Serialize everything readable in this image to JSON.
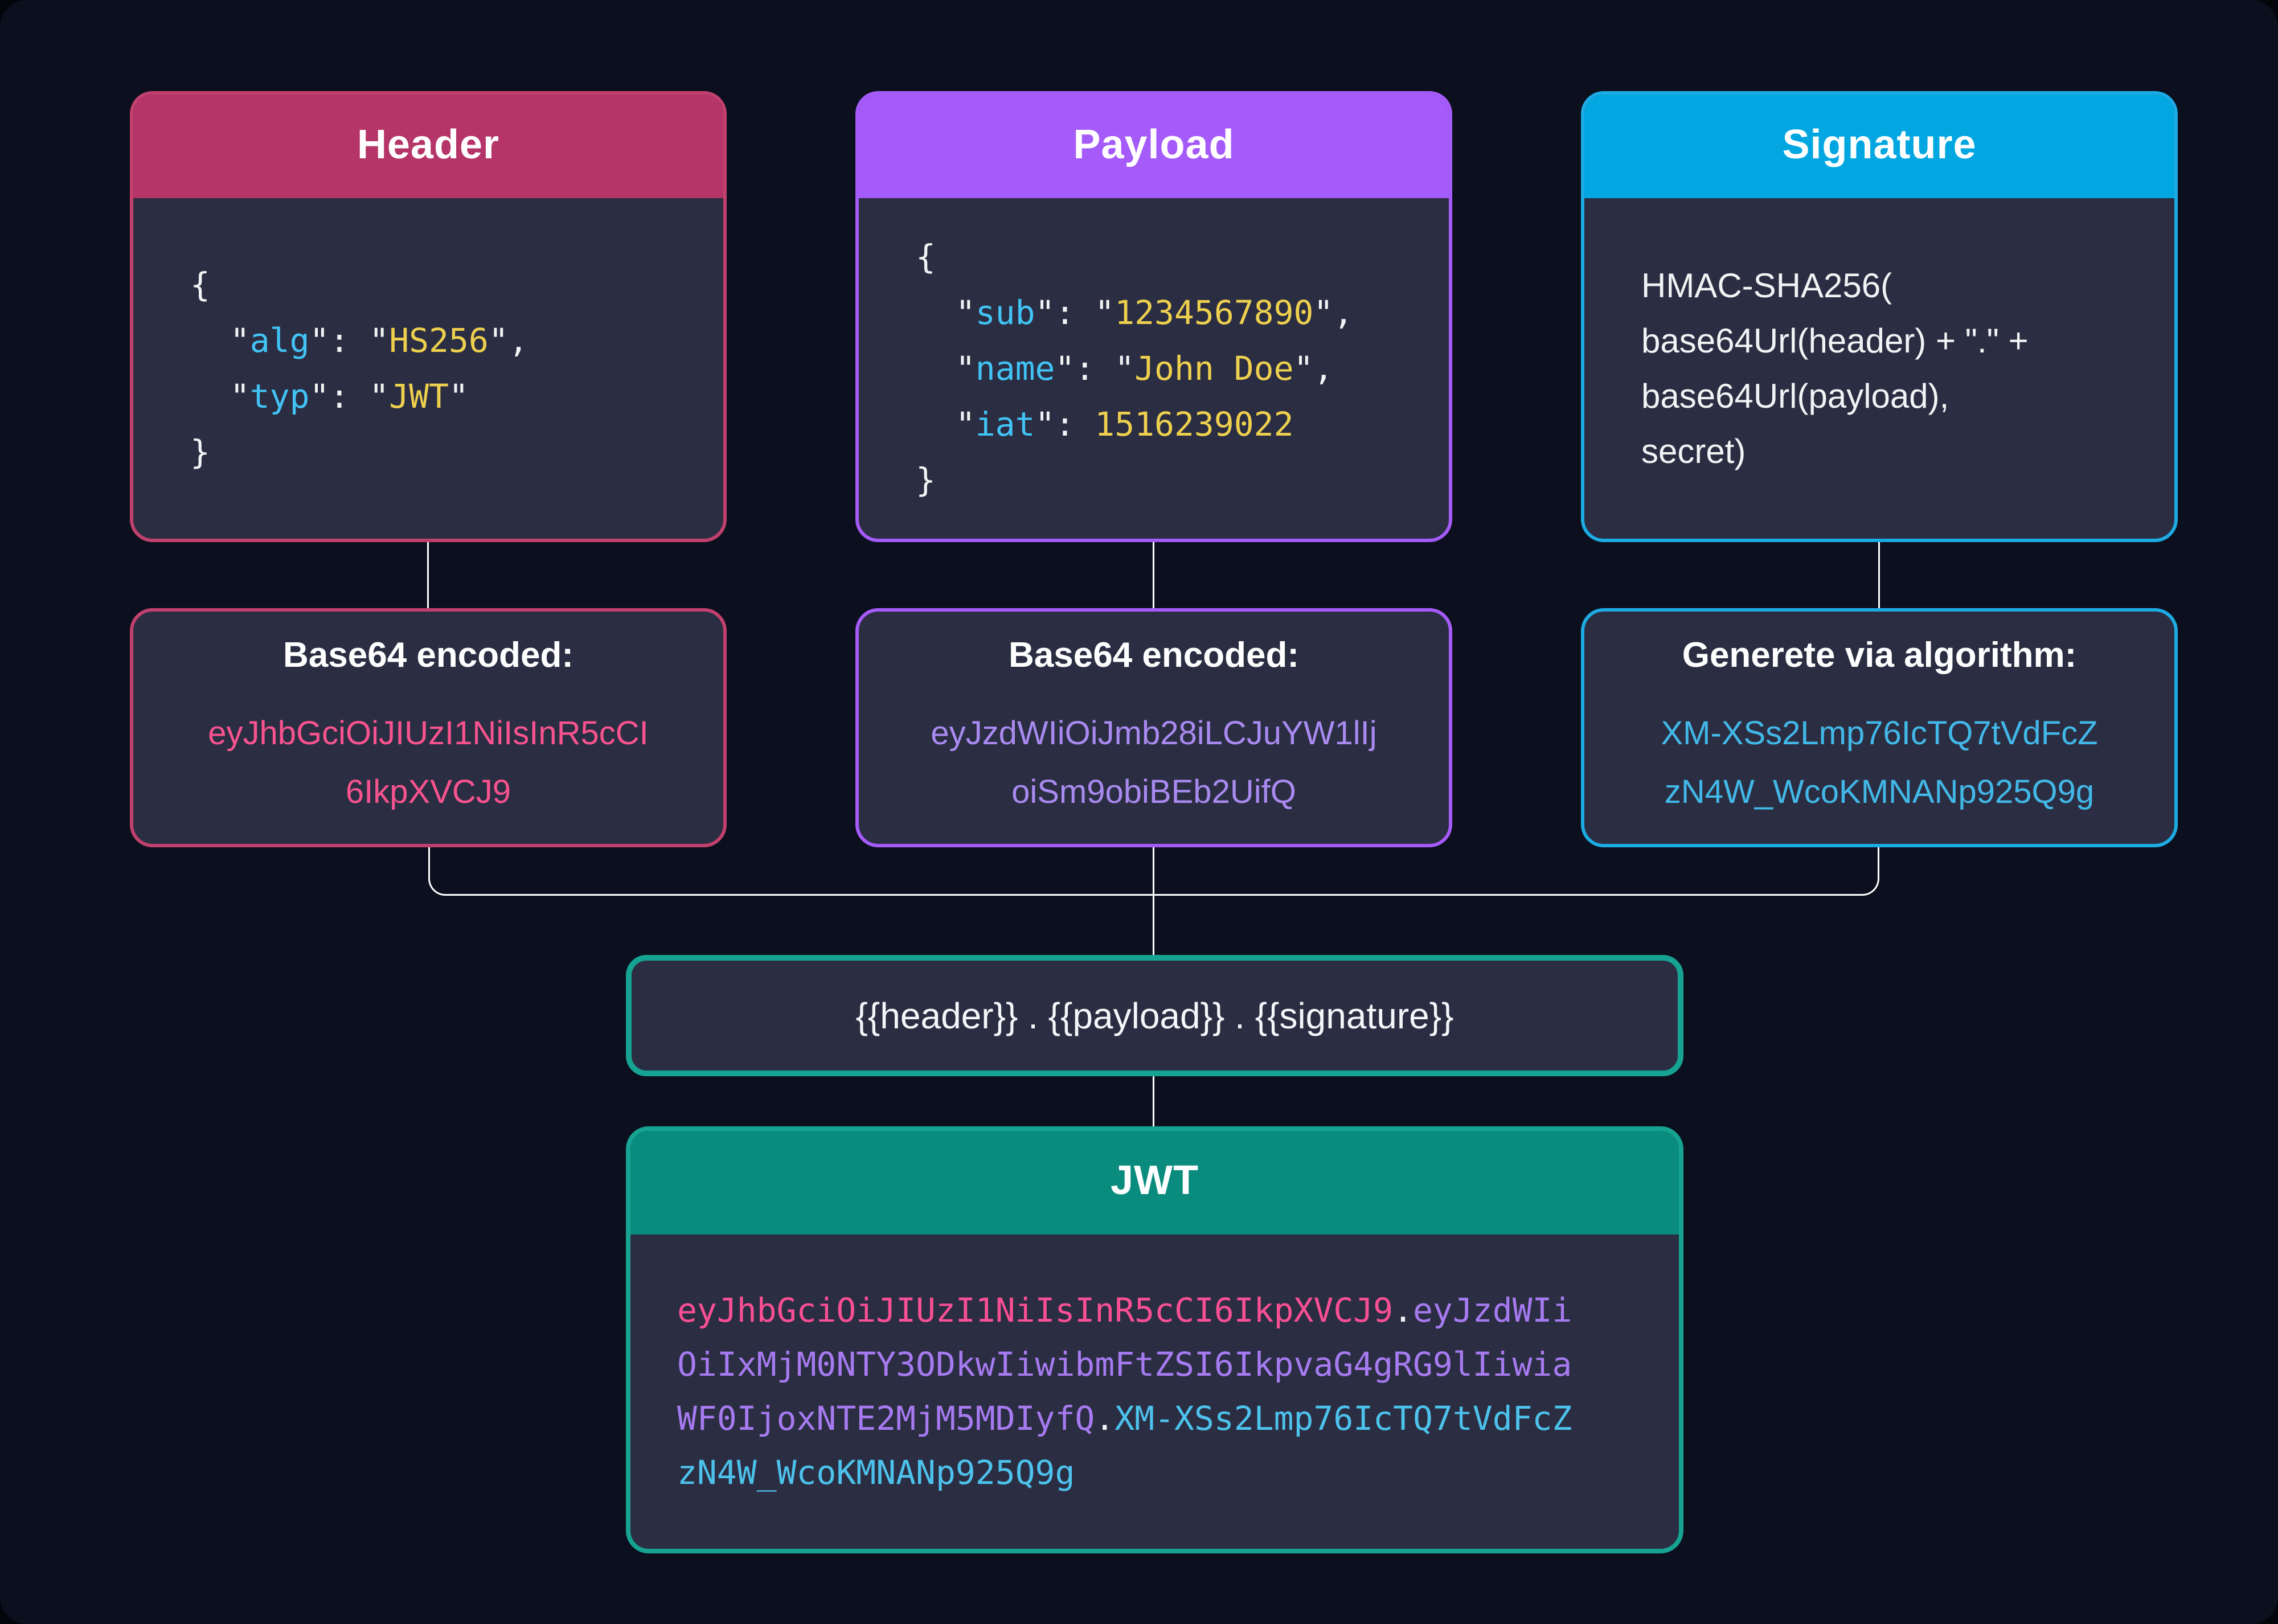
{
  "page": {
    "bg": "#0c101e",
    "card_bg": "#2b2e42",
    "connector_color": "#ffffff"
  },
  "code_colors": {
    "k": "#41c4f5",
    "v": "#eed04e",
    "w": "#f2f3f5"
  },
  "columns": [
    {
      "title": "Header",
      "accent": "#b53568",
      "border": "#c2406d",
      "code_lines": [
        [
          [
            "{",
            "w"
          ]
        ],
        [
          [
            "  \"",
            "w"
          ],
          [
            "alg",
            "k"
          ],
          [
            "\": \"",
            "w"
          ],
          [
            "HS256",
            "v"
          ],
          [
            "\",",
            "w"
          ]
        ],
        [
          [
            "  \"",
            "w"
          ],
          [
            "typ",
            "k"
          ],
          [
            "\": \"",
            "w"
          ],
          [
            "JWT",
            "v"
          ],
          [
            "\"",
            "w"
          ]
        ],
        [
          [
            "}",
            "w"
          ]
        ]
      ],
      "encoded": {
        "title": "Base64 encoded:",
        "lines": [
          "eyJhbGciOiJIUzI1NiIsInR5cCI",
          "6IkpXVCJ9"
        ],
        "text_color": "#f8538f"
      }
    },
    {
      "title": "Payload",
      "accent": "#a55bfa",
      "border": "#a55bfa",
      "code_lines": [
        [
          [
            "{",
            "w"
          ]
        ],
        [
          [
            "  \"",
            "w"
          ],
          [
            "sub",
            "k"
          ],
          [
            "\": \"",
            "w"
          ],
          [
            "1234567890",
            "v"
          ],
          [
            "\",",
            "w"
          ]
        ],
        [
          [
            "  \"",
            "w"
          ],
          [
            "name",
            "k"
          ],
          [
            "\": \"",
            "w"
          ],
          [
            "John Doe",
            "v"
          ],
          [
            "\",",
            "w"
          ]
        ],
        [
          [
            "  \"",
            "w"
          ],
          [
            "iat",
            "k"
          ],
          [
            "\": ",
            "w"
          ],
          [
            "1516239022",
            "v"
          ]
        ],
        [
          [
            "}",
            "w"
          ]
        ]
      ],
      "encoded": {
        "title": "Base64 encoded:",
        "lines": [
          "eyJzdWIiOiJmb28iLCJuYW1lIj",
          "oiSm9obiBEb2UifQ"
        ],
        "text_color": "#a98af0"
      }
    },
    {
      "title": "Signature",
      "accent": "#02a7e1",
      "border": "#1cabe3",
      "plain_lines": [
        "HMAC-SHA256(",
        "base64Url(header) + \".\" +",
        "base64Url(payload),",
        "secret)"
      ],
      "encoded": {
        "title": "Generete via algorithm:",
        "lines": [
          "XM-XSs2Lmp76IcTQ7tVdFcZ",
          "zN4W_WcoKMNANp925Q9g"
        ],
        "text_color": "#42b8e8"
      }
    }
  ],
  "combiner": {
    "text": "{{header}} . {{payload}} . {{signature}}",
    "border": "#16a392"
  },
  "jwt": {
    "title": "JWT",
    "accent": "#098c7e",
    "border": "#16a392",
    "token_colors": {
      "pink": "#f94f94",
      "purple": "#a67af0",
      "cyan": "#4cc2ec",
      "white": "#f2f3f5"
    },
    "token_lines": [
      [
        [
          "eyJhbGciOiJIUzI1NiIsInR5cCI6IkpXVCJ9",
          "pink"
        ],
        [
          ".",
          "white"
        ],
        [
          "eyJzdWIi",
          "purple"
        ]
      ],
      [
        [
          "OiIxMjM0NTY3ODkwIiwibmFtZSI6IkpvaG4gRG9lIiwia",
          "purple"
        ]
      ],
      [
        [
          "WF0IjoxNTE2MjM5MDIyfQ",
          "purple"
        ],
        [
          ".",
          "white"
        ],
        [
          "XM-XSs2Lmp76IcTQ7tVdFcZ",
          "cyan"
        ]
      ],
      [
        [
          "zN4W_WcoKMNANp925Q9g",
          "cyan"
        ]
      ]
    ]
  }
}
